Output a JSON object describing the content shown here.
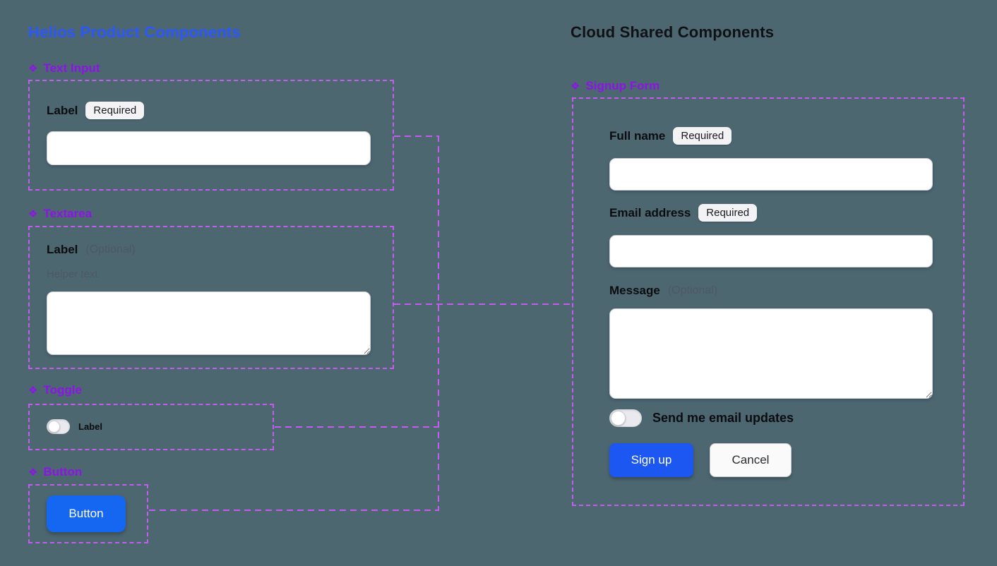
{
  "colors": {
    "background": "#4D6771",
    "outline_purple": "#C45CF2",
    "component_purple": "#8E13E9",
    "helios_accent": "#2B57FB",
    "title_dark": "#101114",
    "helios_button_blue": "#1566F0",
    "signup_button_blue": "#1B57F0",
    "badge_bg": "#F3F3F5",
    "cancel_bg": "#FAFAFA"
  },
  "icons": {
    "component": "❖"
  },
  "helios": {
    "title": "Helios Product Components",
    "text_input": {
      "heading": "Text Input",
      "label": "Label",
      "badge": "Required",
      "value": ""
    },
    "textarea": {
      "heading": "Textarea",
      "label": "Label",
      "optional": "(Optional)",
      "helper": "Helper text",
      "value": ""
    },
    "toggle": {
      "heading": "Toggle",
      "label": "Label",
      "state": "off"
    },
    "button": {
      "heading": "Button",
      "label": "Button"
    }
  },
  "cloud": {
    "title": "Cloud Shared Components",
    "signup_form": {
      "heading": "Signup Form",
      "full_name": {
        "label": "Full name",
        "badge": "Required",
        "value": ""
      },
      "email": {
        "label": "Email address",
        "badge": "Required",
        "value": ""
      },
      "message": {
        "label": "Message",
        "optional": "(Optional)",
        "value": ""
      },
      "email_updates": {
        "label": "Send me email updates",
        "state": "off"
      },
      "submit": "Sign up",
      "cancel": "Cancel"
    }
  }
}
